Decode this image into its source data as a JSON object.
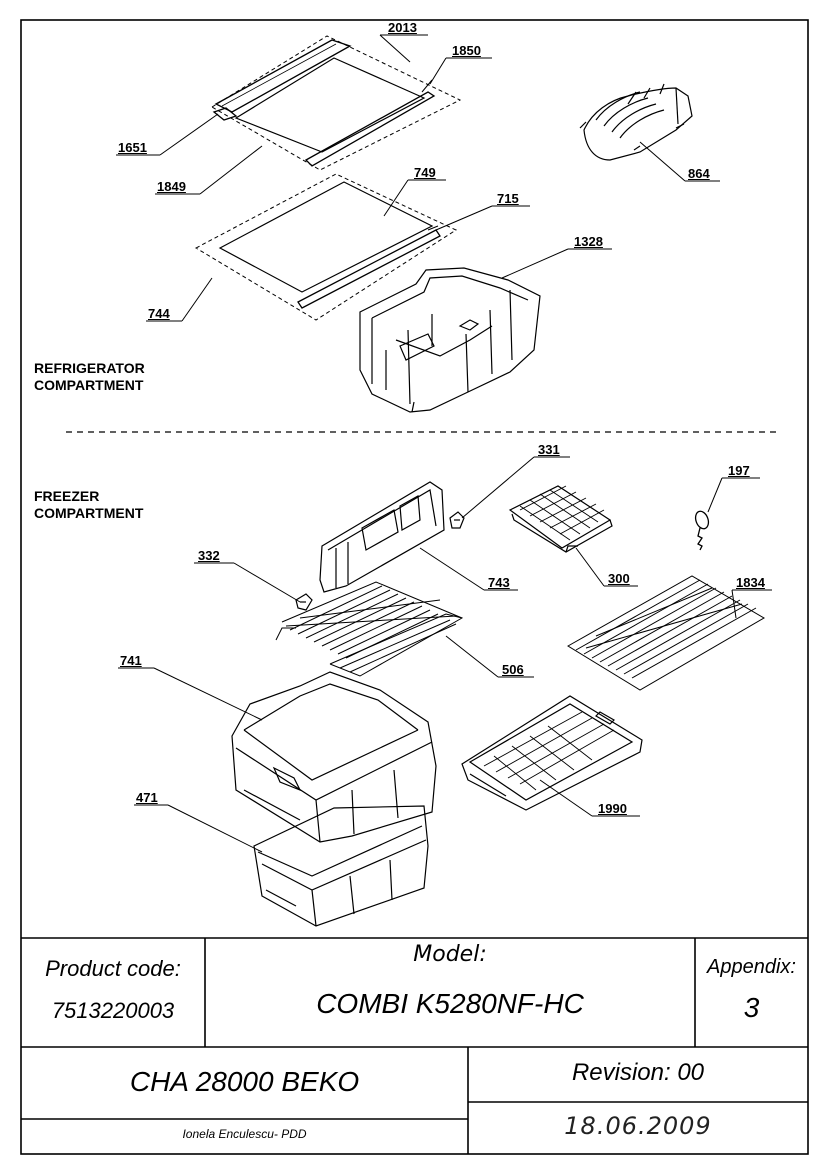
{
  "sections": {
    "refrigerator": [
      "REFRIGERATOR",
      "COMPARTMENT"
    ],
    "freezer": [
      "FREEZER",
      "COMPARTMENT"
    ]
  },
  "callouts": {
    "c2013": "2013",
    "c1850": "1850",
    "c1651": "1651",
    "c1849": "1849",
    "c864": "864",
    "c749": "749",
    "c715": "715",
    "c1328": "1328",
    "c744": "744",
    "c331": "331",
    "c197": "197",
    "c332": "332",
    "c743": "743",
    "c300": "300",
    "c1834": "1834",
    "c741": "741",
    "c506": "506",
    "c471": "471",
    "c1990": "1990"
  },
  "title_block": {
    "product_code_label": "Product code:",
    "product_code_value": "7513220003",
    "model_label": "Model:",
    "model_value": "COMBI K5280NF-HC",
    "appendix_label": "Appendix:",
    "appendix_value": "3",
    "project": "CHA 28000 BEKO",
    "revision": "Revision: 00",
    "author": "Ionela Enculescu- PDD",
    "date": "18.06.2009"
  }
}
